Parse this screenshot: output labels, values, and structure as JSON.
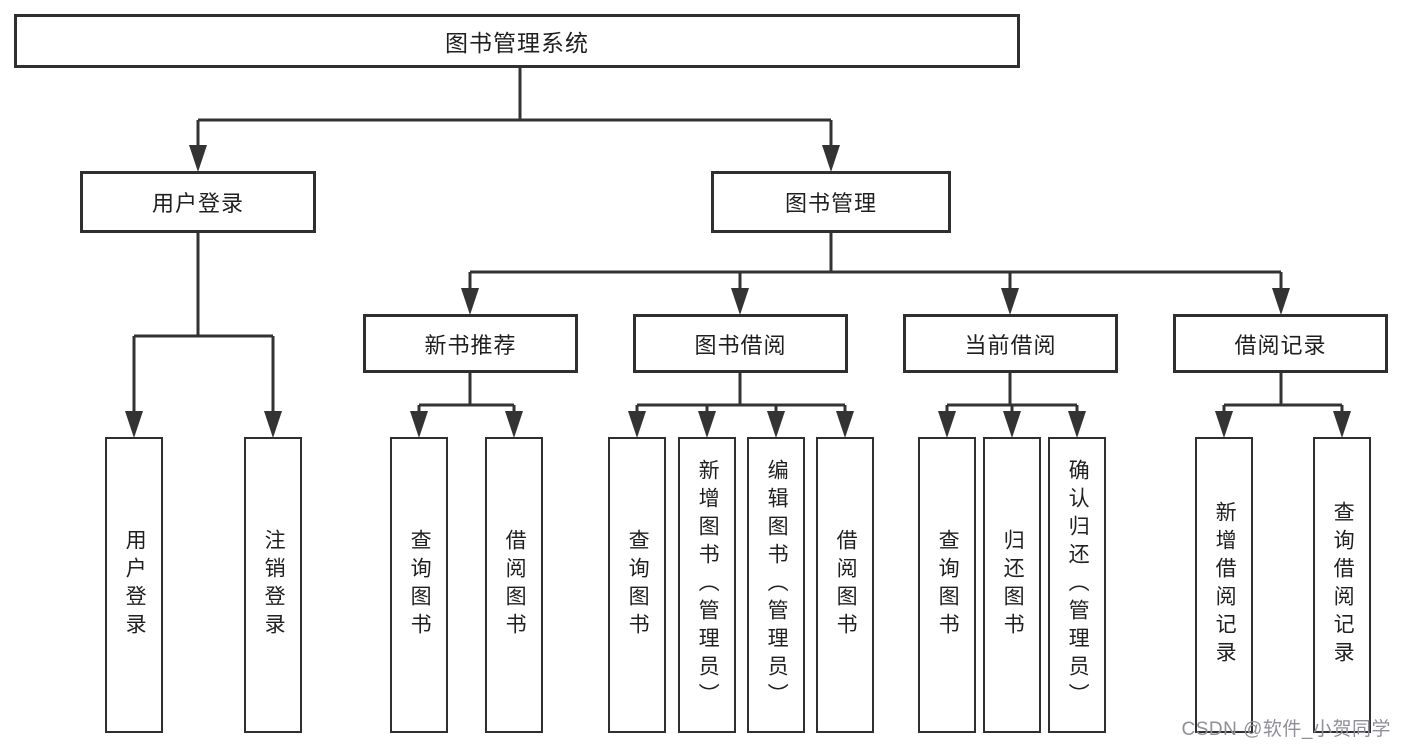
{
  "tree": {
    "label": "图书管理系统",
    "children": [
      {
        "label": "用户登录",
        "children": [
          {
            "label": "用户登录"
          },
          {
            "label": "注销登录"
          }
        ]
      },
      {
        "label": "图书管理",
        "children": [
          {
            "label": "新书推荐",
            "children": [
              {
                "label": "查询图书"
              },
              {
                "label": "借阅图书"
              }
            ]
          },
          {
            "label": "图书借阅",
            "children": [
              {
                "label": "查询图书"
              },
              {
                "label": "新增图书（管理员）"
              },
              {
                "label": "编辑图书（管理员）"
              },
              {
                "label": "借阅图书"
              }
            ]
          },
          {
            "label": "当前借阅",
            "children": [
              {
                "label": "查询图书"
              },
              {
                "label": "归还图书"
              },
              {
                "label": "确认归还（管理员）"
              }
            ]
          },
          {
            "label": "借阅记录",
            "children": [
              {
                "label": "新增借阅记录"
              },
              {
                "label": "查询借阅记录"
              }
            ]
          }
        ]
      }
    ]
  },
  "watermark": "CSDN @软件_小贺同学",
  "colors": {
    "background": "#ffffff",
    "line": "#333333",
    "box_border": "#2f2f2f",
    "text": "#1f1f1f",
    "watermark": "#8f8f97"
  }
}
